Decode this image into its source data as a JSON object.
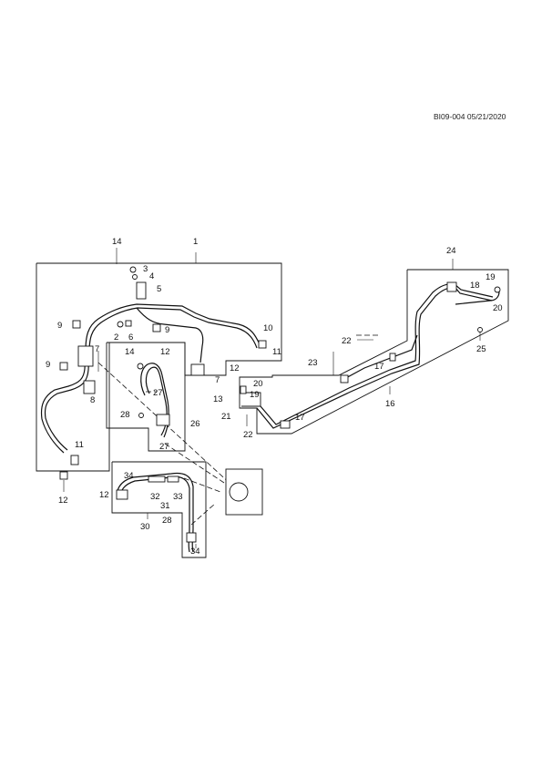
{
  "document_id": "BI09-004 05/21/2020",
  "callouts": [
    "14",
    "1",
    "3",
    "4",
    "5",
    "9",
    "2",
    "6",
    "9",
    "10",
    "11",
    "7",
    "14",
    "12",
    "12",
    "7",
    "9",
    "8",
    "27",
    "28",
    "26",
    "27",
    "11",
    "13",
    "12",
    "34",
    "12",
    "32",
    "33",
    "31",
    "30",
    "28",
    "34",
    "24",
    "19",
    "18",
    "20",
    "22",
    "25",
    "23",
    "17",
    "20",
    "19",
    "21",
    "17",
    "22",
    "16"
  ]
}
